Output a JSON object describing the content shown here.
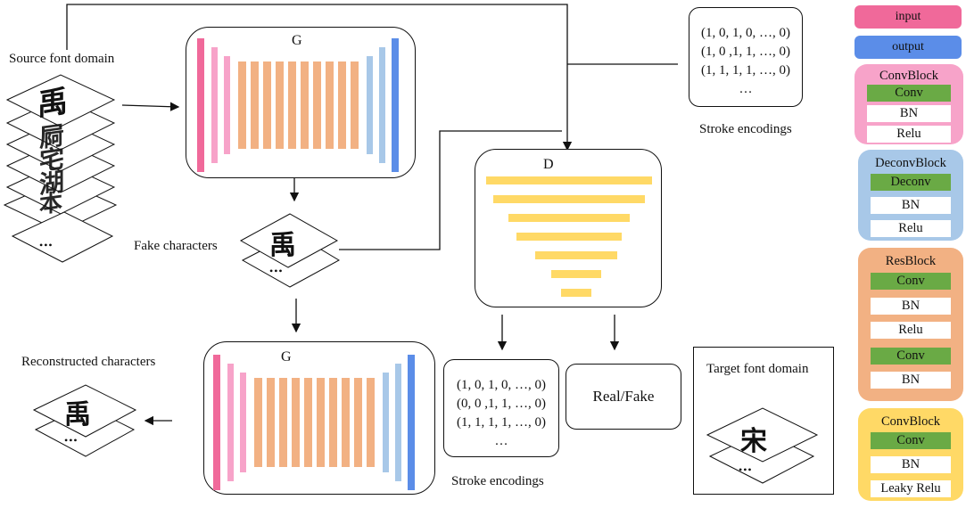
{
  "labels": {
    "source_font_domain": "Source font domain",
    "fake_characters": "Fake characters",
    "reconstructed_characters": "Reconstructed characters",
    "target_font_domain": "Target font domain",
    "stroke_encodings_top": "Stroke encodings",
    "stroke_encodings_bottom": "Stroke encodings",
    "real_fake": "Real/Fake"
  },
  "generator_top": {
    "title": "G"
  },
  "generator_bottom": {
    "title": "G"
  },
  "discriminator": {
    "title": "D"
  },
  "encodings_top": [
    "(1, 0, 1, 0, …, 0)",
    "(1, 0 ,1, 1, …, 0)",
    "(1, 1, 1, 1, …, 0)",
    "…"
  ],
  "encodings_bottom": [
    "(1, 0, 1, 0, …, 0)",
    "(0, 0 ,1, 1, …, 0)",
    "(1, 1, 1, 1, …, 0)",
    "…"
  ],
  "glyphs": {
    "source_stack": [
      "禹",
      "屙",
      "宅",
      "湖",
      "本"
    ],
    "fake": "禹",
    "reconstructed": "禹",
    "target": "宋",
    "ellipsis": "•••"
  },
  "legend": {
    "input_label": "input",
    "output_label": "output",
    "convblock": {
      "title": "ConvBlock",
      "layers": [
        "Conv",
        "BN",
        "Relu"
      ]
    },
    "deconvblock": {
      "title": "DeconvBlock",
      "layers": [
        "Deconv",
        "BN",
        "Relu"
      ]
    },
    "resblock": {
      "title": "ResBlock",
      "layers": [
        "Conv",
        "BN",
        "Relu",
        "Conv",
        "BN"
      ]
    },
    "convblock2": {
      "title": "ConvBlock",
      "layers": [
        "Conv",
        "BN",
        "Leaky Relu"
      ]
    }
  },
  "colors": {
    "input": "#f0699a",
    "output": "#5b8de8",
    "conv_block": "#f7a3c9",
    "deconv_block": "#a8c8e8",
    "res_block": "#f2b183",
    "conv_block_leaky": "#ffd966",
    "green_layer": "#6aaa45"
  }
}
